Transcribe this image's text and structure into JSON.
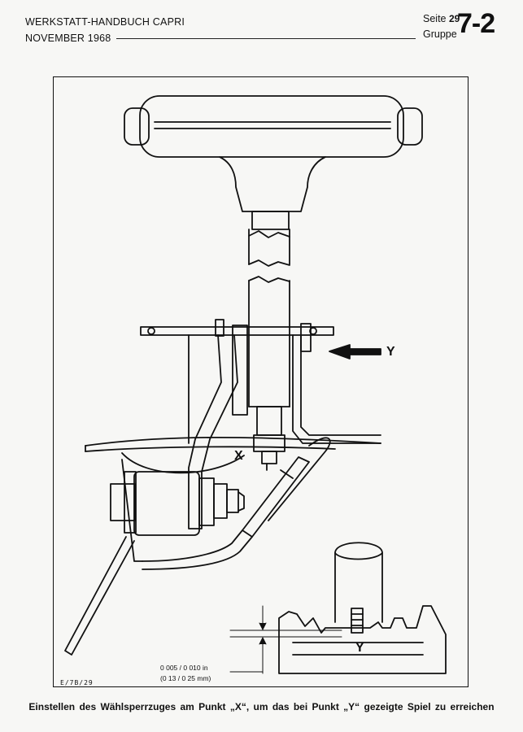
{
  "header": {
    "manual_title": "WERKSTATT-HANDBUCH CAPRI",
    "date": "NOVEMBER 1968",
    "page_label": "Seite",
    "page_number": "29",
    "group_label": "Gruppe",
    "section": "7-2"
  },
  "figure": {
    "label_x": "X",
    "label_y_arrow": "Y",
    "label_y_detail": "Y",
    "dimension_in": "0 005 / 0 010 in",
    "dimension_mm": "(0 13 / 0 25 mm)",
    "reference": "E/7B/29"
  },
  "caption": "Einstellen des Wählsperrzuges am Punkt „X“, um das bei Punkt „Y“ gezeigte Spiel zu erreichen"
}
